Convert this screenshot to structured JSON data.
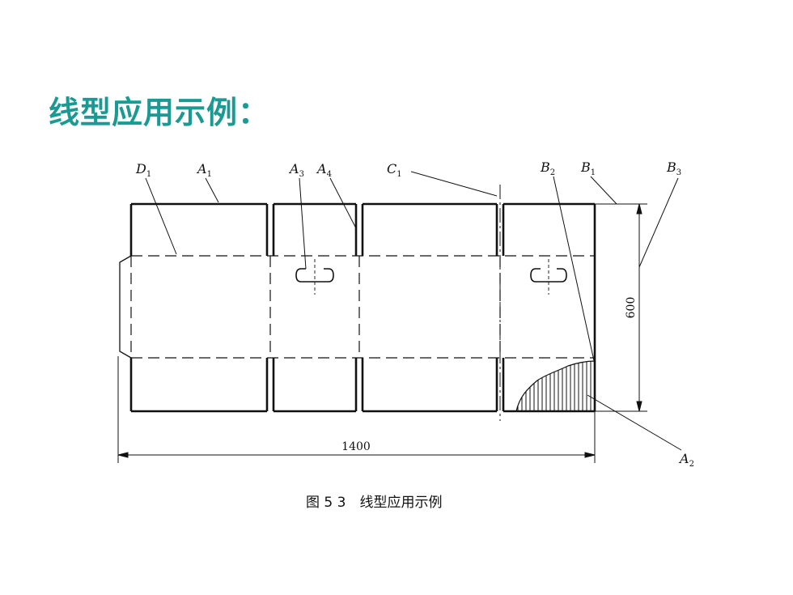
{
  "slide": {
    "title": "线型应用示例：",
    "title_color": "#1a9a93"
  },
  "figure": {
    "caption": "图 5 3　线型应用示例",
    "dims": {
      "width": "1400",
      "height": "600"
    },
    "labels": {
      "D1": {
        "letter": "D",
        "sub": "1"
      },
      "A1": {
        "letter": "A",
        "sub": "1"
      },
      "A3": {
        "letter": "A",
        "sub": "3"
      },
      "A4": {
        "letter": "A",
        "sub": "4"
      },
      "C1": {
        "letter": "C",
        "sub": "1"
      },
      "B2": {
        "letter": "B",
        "sub": "2"
      },
      "B1": {
        "letter": "B",
        "sub": "1"
      },
      "B3": {
        "letter": "B",
        "sub": "3"
      },
      "A2": {
        "letter": "A",
        "sub": "2"
      }
    }
  }
}
